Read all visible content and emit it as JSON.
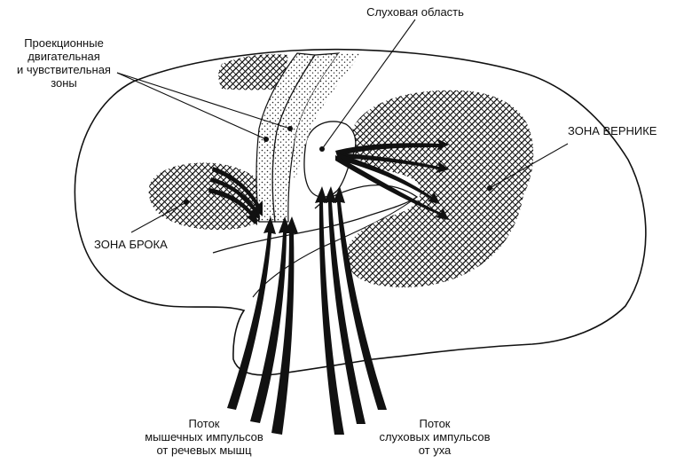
{
  "labels": {
    "auditory_area": "Слуховая область",
    "projection_zones": [
      "Проекционные",
      "двигательная",
      "и чувствительная",
      "зоны"
    ],
    "wernicke": "ЗОНА ВЕРНИКЕ",
    "broca": "ЗОНА БРОКА",
    "muscle_flow": [
      "Поток",
      "мышечных импульсов",
      "от речевых мышц"
    ],
    "auditory_flow": [
      "Поток",
      "слуховых импульсов",
      "от уха"
    ]
  },
  "colors": {
    "ink": "#111111",
    "background": "#ffffff"
  }
}
